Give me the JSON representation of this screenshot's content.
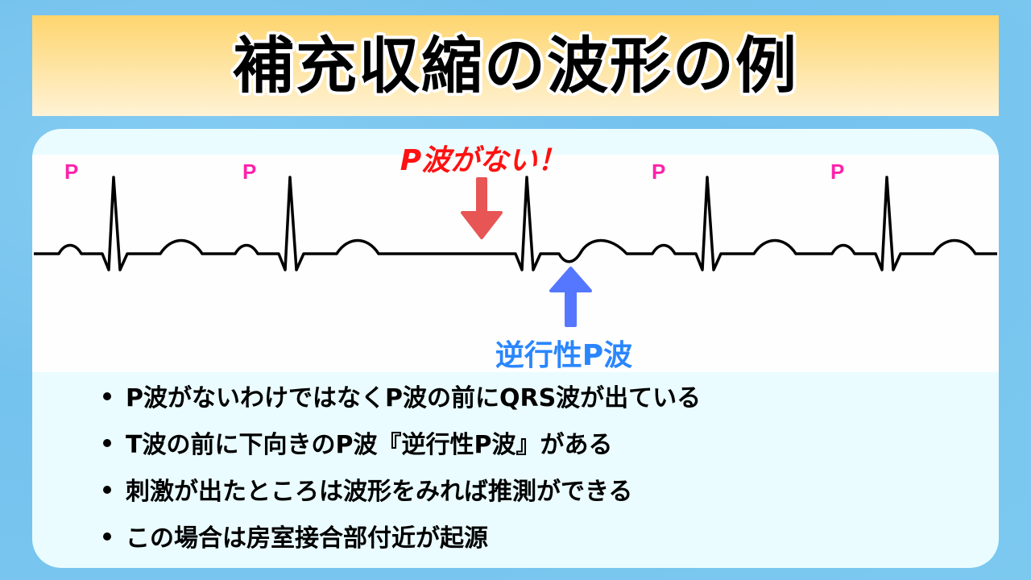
{
  "title": "補充収縮の波形の例",
  "diagram": {
    "p_wave_labels": [
      "P",
      "P",
      "P",
      "P"
    ],
    "missing_p_label": "P波がない！",
    "retrograde_p_label": "逆行性P波",
    "colors": {
      "p_label": "#ff22aa",
      "missing_arrow": "#e85555",
      "retro_arrow": "#5577ff",
      "missing_text": "#ff1111",
      "retro_text": "#2a86ff"
    }
  },
  "bullets": [
    "P波がないわけではなくP波の前にQRS波が出ている",
    "T波の前に下向きのP波『逆行性P波』がある",
    "刺激が出たところは波形をみれば推測ができる",
    "この場合は房室接合部付近が起源"
  ]
}
